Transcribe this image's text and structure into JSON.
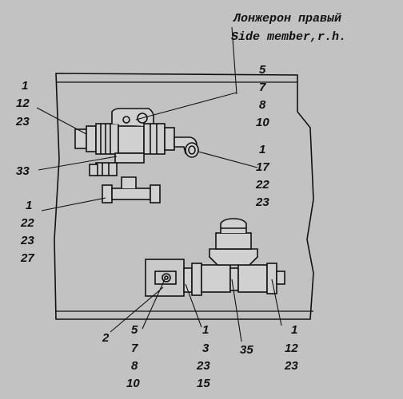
{
  "title": {
    "ru": "Лонжерон правый",
    "en": "Side member,r.h."
  },
  "callouts": {
    "frame": [
      "5",
      "7",
      "8",
      "10"
    ],
    "tee_bracket": [
      "1",
      "12",
      "23"
    ],
    "tee_body": "33",
    "elbow": [
      "1",
      "17",
      "22",
      "23"
    ],
    "lower_tee": [
      "1",
      "22",
      "23",
      "27"
    ],
    "plate": "2",
    "plate_bolt": [
      "5",
      "7",
      "8",
      "10"
    ],
    "pipe_left": [
      "1",
      "3",
      "23",
      "15"
    ],
    "valve": "35",
    "pipe_right": [
      "1",
      "12",
      "23"
    ]
  }
}
